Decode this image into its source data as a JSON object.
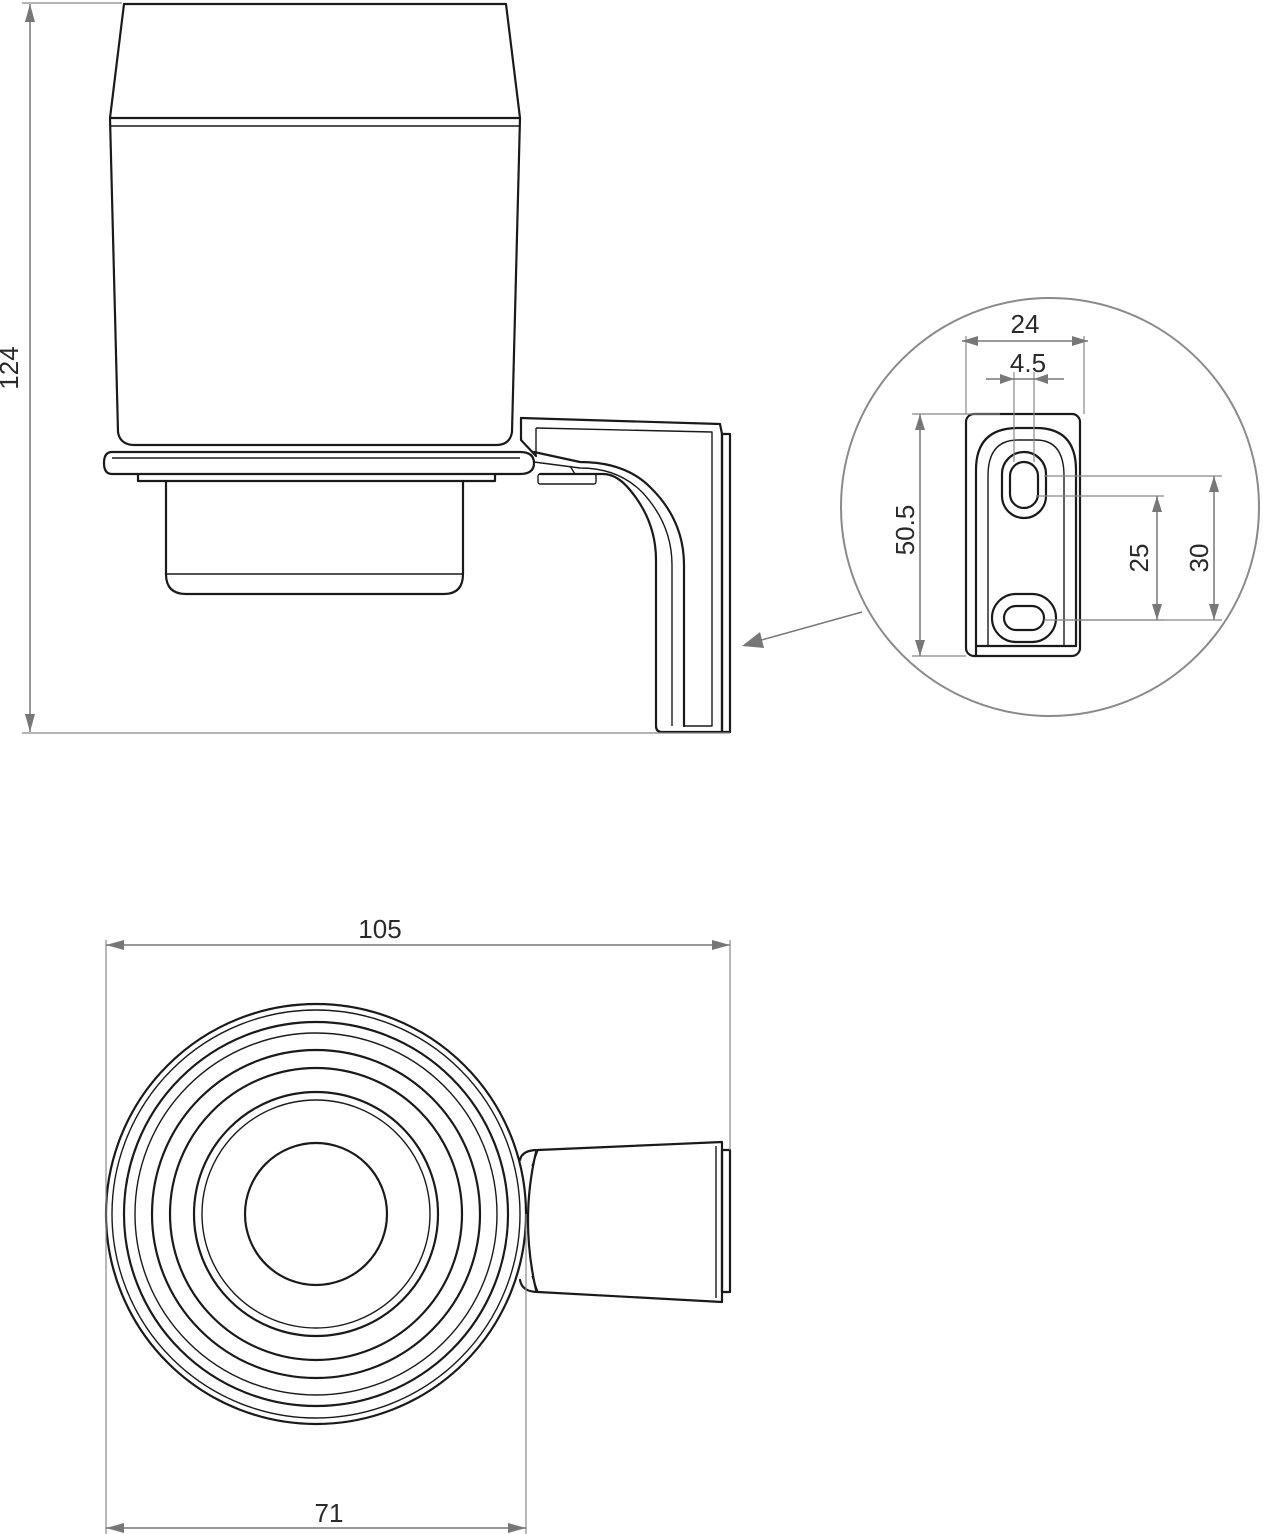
{
  "dimensions": {
    "overall_height": "124",
    "plate_width": "24",
    "slot_width": "4.5",
    "plate_height": "50.5",
    "hole_spacing": "25",
    "slot_to_bottom": "30",
    "overall_width": "105",
    "cup_diameter": "71"
  },
  "colors": {
    "object_line": "#1a1a1a",
    "dimension_line": "#777777",
    "background": "#ffffff"
  }
}
